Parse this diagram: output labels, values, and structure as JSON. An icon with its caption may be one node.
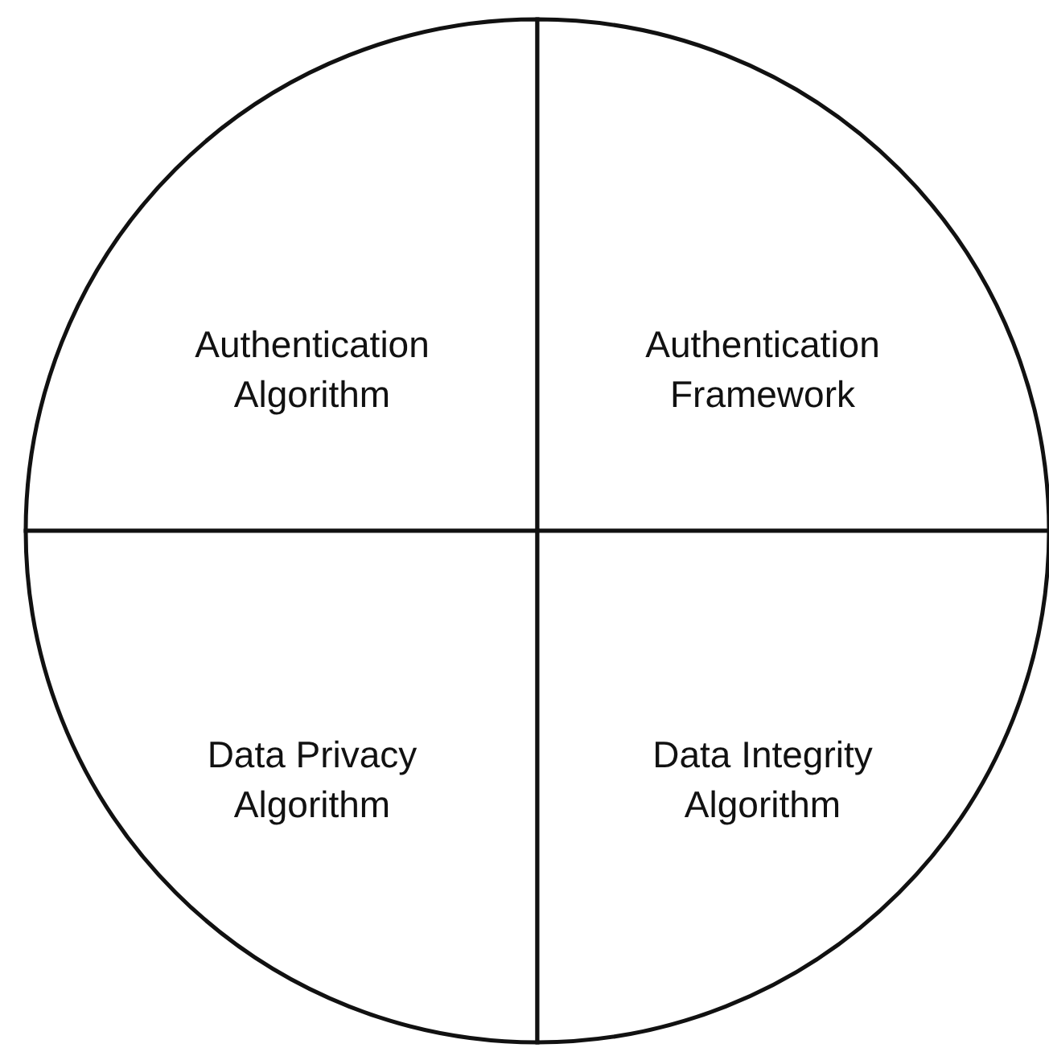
{
  "diagram": {
    "nodes": [
      {
        "text": [
          "Authentication Algorithm"
        ]
      },
      {
        "text": [
          "Authentication Framework"
        ]
      },
      {
        "text": [
          "Data Privacy Algorithm"
        ]
      },
      {
        "text": [
          "Data Integrity Algorithm"
        ]
      }
    ]
  }
}
